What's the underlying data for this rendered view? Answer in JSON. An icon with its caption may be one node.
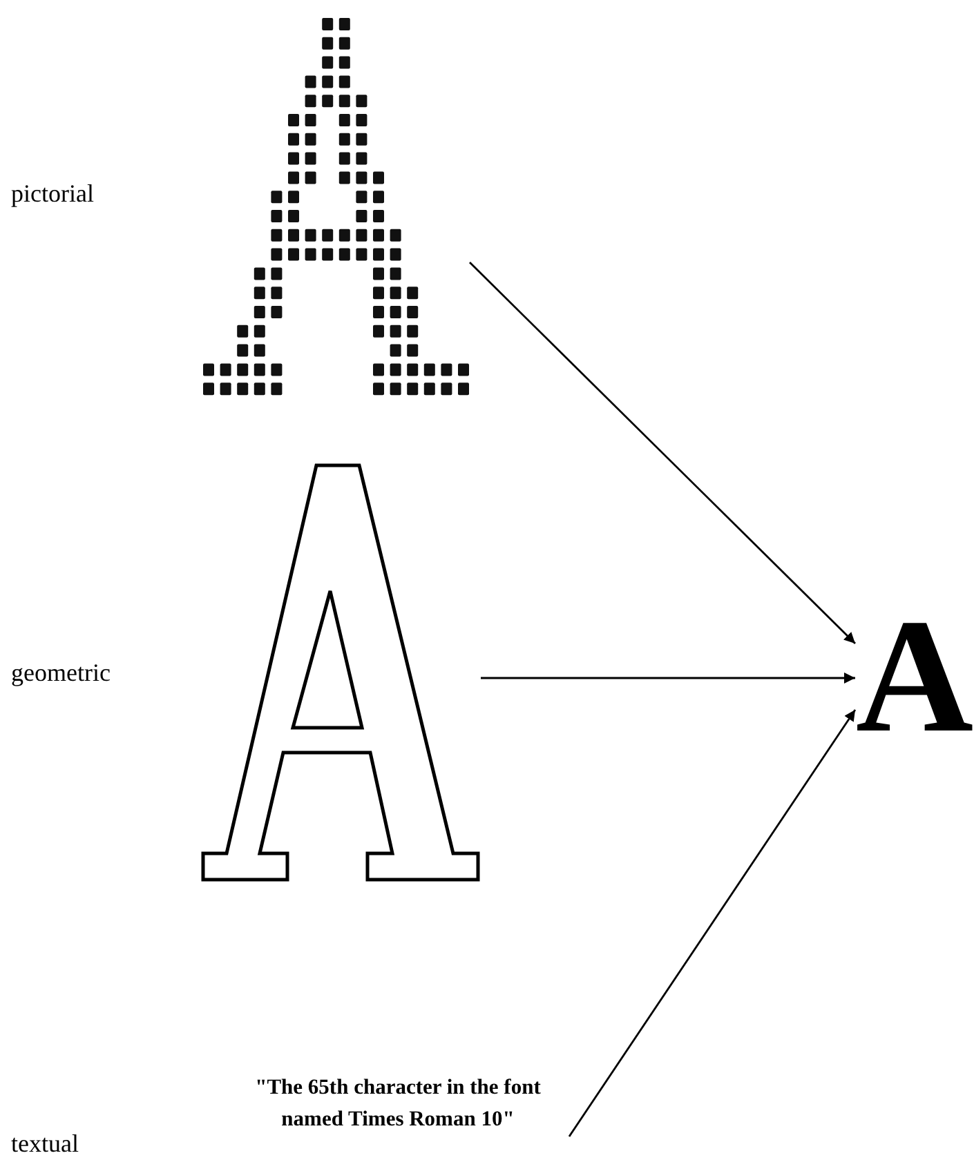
{
  "diagram": {
    "nodes": [
      {
        "text": [],
        "shape": "picture"
      },
      {
        "text": [],
        "shape": "picture"
      },
      {
        "text": [
          "\"The 65th character in the font named Times Roman 10\""
        ]
      },
      {
        "text": [
          "A"
        ]
      }
    ],
    "edges": [
      {
        "from": 0,
        "to": 3,
        "arrow": "to"
      },
      {
        "from": 1,
        "to": 3,
        "arrow": "to"
      },
      {
        "from": 2,
        "to": 3,
        "arrow": "to"
      }
    ],
    "labels": [
      "pictorial",
      "geometric",
      "textual"
    ]
  }
}
